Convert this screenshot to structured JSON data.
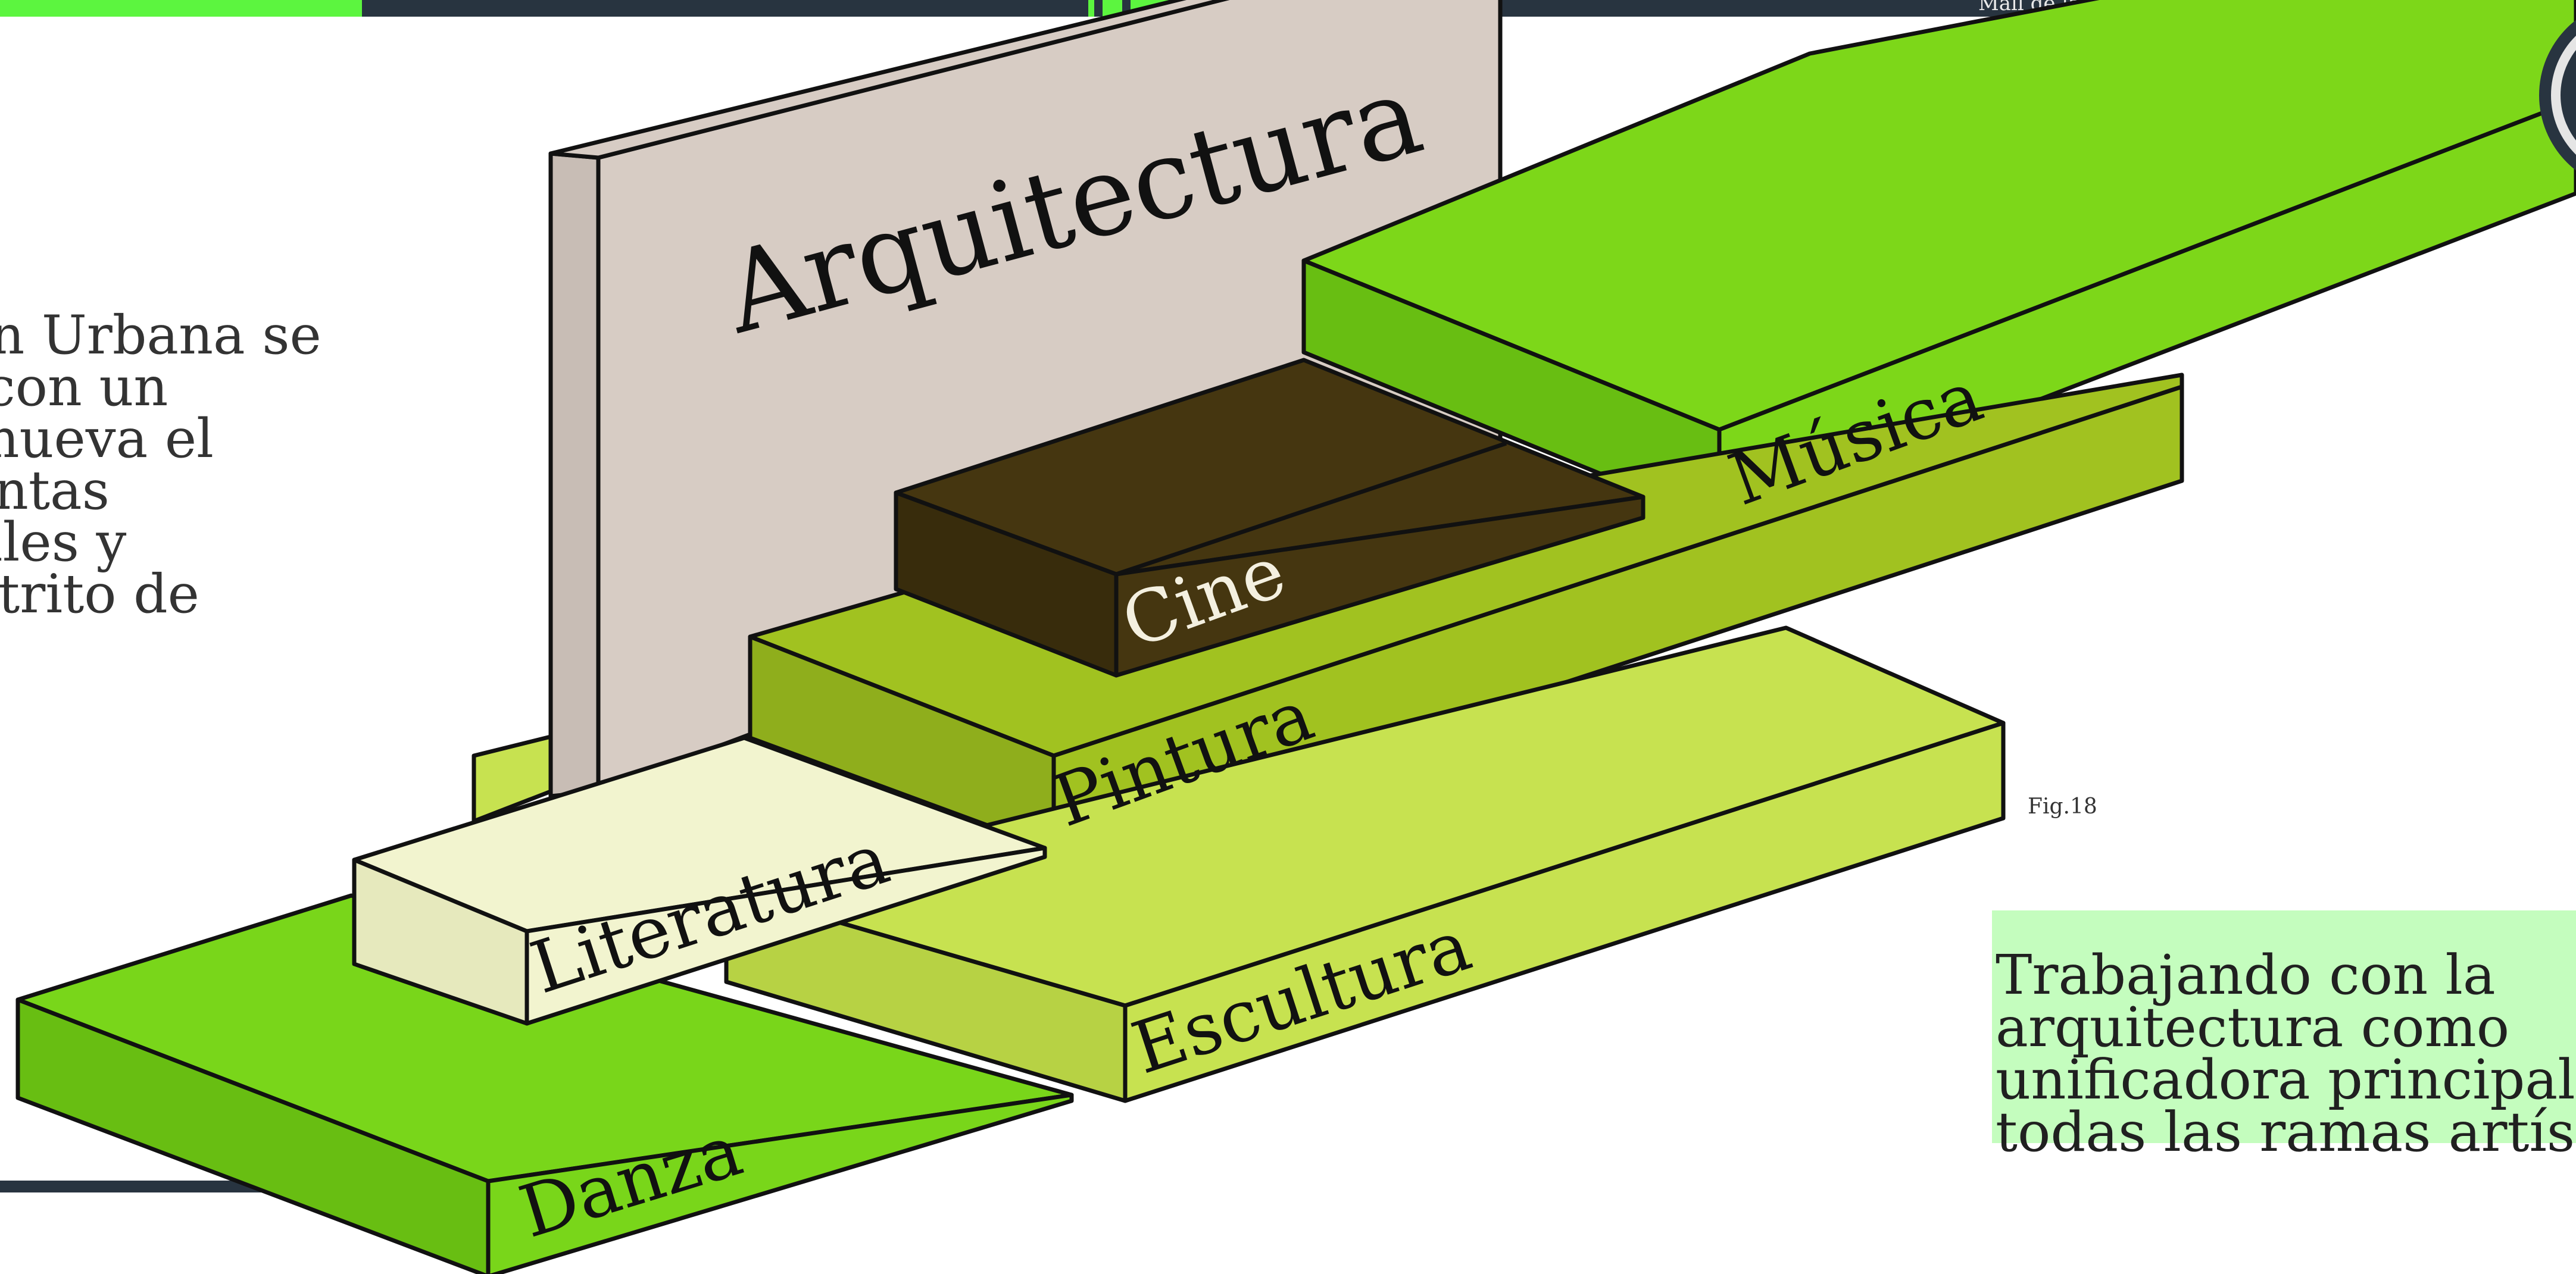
{
  "header": {
    "subtitle": "Mall de las Artes Para el Distrito de Mata Redonda"
  },
  "question_lines": [
    "ción Urbana se",
    "ar con  un",
    "romueva el",
    "istintas",
    "urales y",
    "Distrito de",
    "?"
  ],
  "diagram": {
    "blocks": [
      {
        "label": "Arquitectura",
        "color": "#d7ccc4"
      },
      {
        "label": "Música",
        "color": "#7dd719"
      },
      {
        "label": "Cine",
        "color": "#453610"
      },
      {
        "label": "Pintura",
        "color": "#a1c220"
      },
      {
        "label": "Literatura",
        "color": "#f2f4cf"
      },
      {
        "label": "Escultura",
        "color": "#c7e250"
      },
      {
        "label": "Danza",
        "color": "#79d61a"
      }
    ],
    "figure_label": "Fig.18"
  },
  "note": {
    "lines": [
      "Trabajando con la",
      "arquitectura como",
      "unificadora principal d",
      "todas las ramas artístic"
    ]
  }
}
